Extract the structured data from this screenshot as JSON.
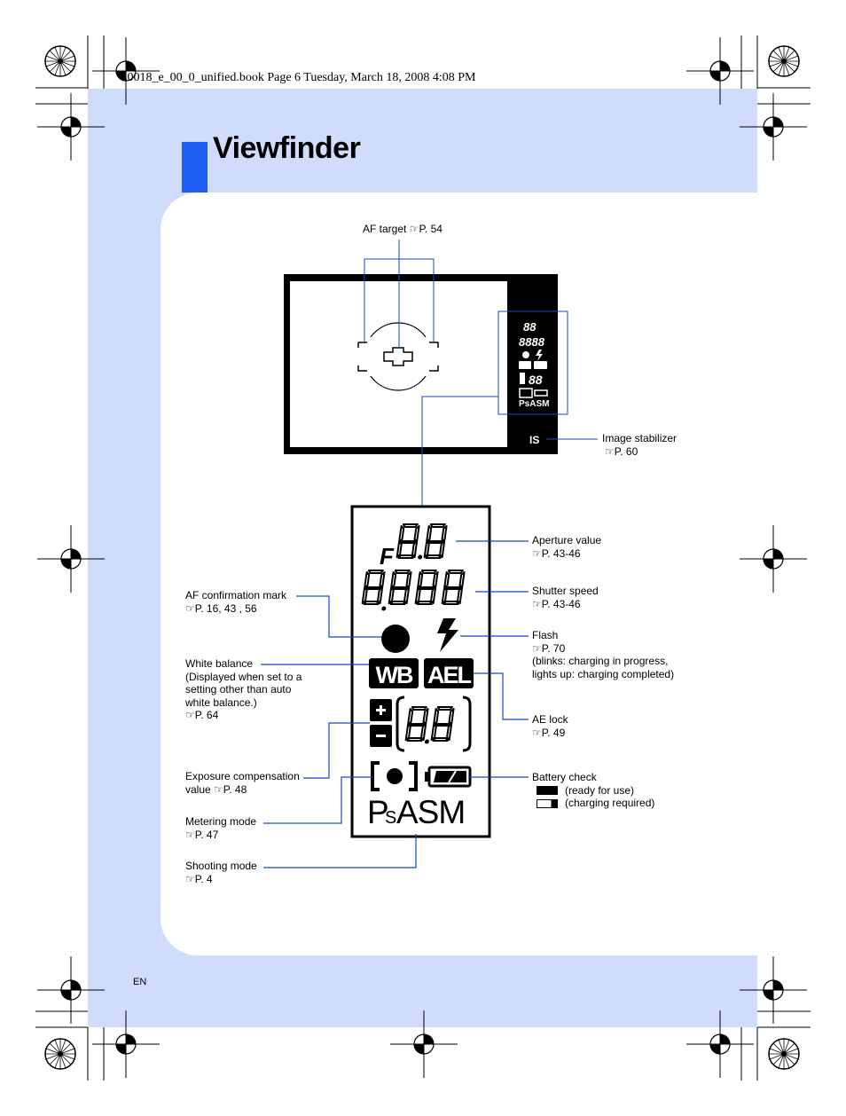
{
  "header": {
    "file_info": "s0018_e_00_0_unified.book  Page 6  Tuesday, March 18, 2008  4:08 PM"
  },
  "page": {
    "title": "Viewfinder",
    "language": "EN"
  },
  "icons": {
    "reference": "hand-pointing-icon"
  },
  "colors": {
    "page_bg": "#cfdcfb",
    "title_bar": "#1e5ef2",
    "leader_line": "#1447c8"
  },
  "labels": {
    "af_target": {
      "text": "AF target",
      "ref": "P. 54"
    },
    "image_stabilizer": {
      "text": "Image stabilizer",
      "ref": "P. 60",
      "icon_text": "IS"
    },
    "aperture": {
      "text": "Aperture value",
      "ref": "P. 43-46"
    },
    "shutter": {
      "text": "Shutter speed",
      "ref": "P. 43-46"
    },
    "flash": {
      "text": "Flash",
      "ref": "P. 70",
      "note1": "(blinks: charging in progress,",
      "note2": "lights up: charging completed)"
    },
    "ae_lock": {
      "text": "AE lock",
      "ref": "P. 49"
    },
    "battery": {
      "text": "Battery check",
      "ready": "(ready for use)",
      "charging": "(charging required)"
    },
    "af_confirm": {
      "text": "AF confirmation mark",
      "ref": "P. 16, 43 , 56"
    },
    "white_balance": {
      "text": "White balance",
      "note1": "(Displayed when set to a",
      "note2": "setting other than auto",
      "note3": "white balance.)",
      "ref": "P. 64"
    },
    "exposure": {
      "text": "Exposure compensation",
      "text2": "value",
      "ref": "P. 48"
    },
    "metering": {
      "text": "Metering mode",
      "ref": "P. 47"
    },
    "shooting": {
      "text": "Shooting mode",
      "ref": "P. 4"
    }
  },
  "display": {
    "f_letter": "F",
    "wb": "WB",
    "ael": "AEL",
    "mode_p": "P",
    "mode_s_sub": "S",
    "mode_asm": "ASM",
    "small_mode": "PsASM",
    "small_88": "88",
    "small_8888": "8888"
  }
}
